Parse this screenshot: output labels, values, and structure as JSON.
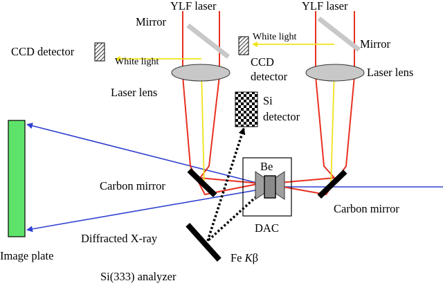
{
  "labels": {
    "laser_left": "YLF laser",
    "laser_right": "YLF laser",
    "mirror_left": "Mirror",
    "mirror_right": "Mirror",
    "ccd_left": "CCD detector",
    "ccd_right_line1": "CCD",
    "ccd_right_line2": "detector",
    "white_light_left": "White light",
    "white_light_right": "White light",
    "laser_lens_left": "Laser lens",
    "laser_lens_right": "Laser lens",
    "si_detector_line1": "Si",
    "si_detector_line2": "detector",
    "be": "Be",
    "dac": "DAC",
    "carbon_mirror_left": "Carbon mirror",
    "carbon_mirror_right": "Carbon mirror",
    "image_plate": "Image plate",
    "diffracted_xray": "Diffracted X-ray",
    "fe_kbeta_prefix": "Fe ",
    "fe_kbeta_k": "K",
    "fe_kbeta_beta": "β",
    "analyzer": "Si(333) analyzer"
  },
  "colors": {
    "laser": "#e83020",
    "white_light": "#f2e21a",
    "xray": "#3040d0",
    "image_plate_fill": "#5ee36a",
    "lens_fill": "#c8c8c8",
    "mirror_fill": "#c8c8c8",
    "gasket_fill": "#a0a0a0"
  }
}
